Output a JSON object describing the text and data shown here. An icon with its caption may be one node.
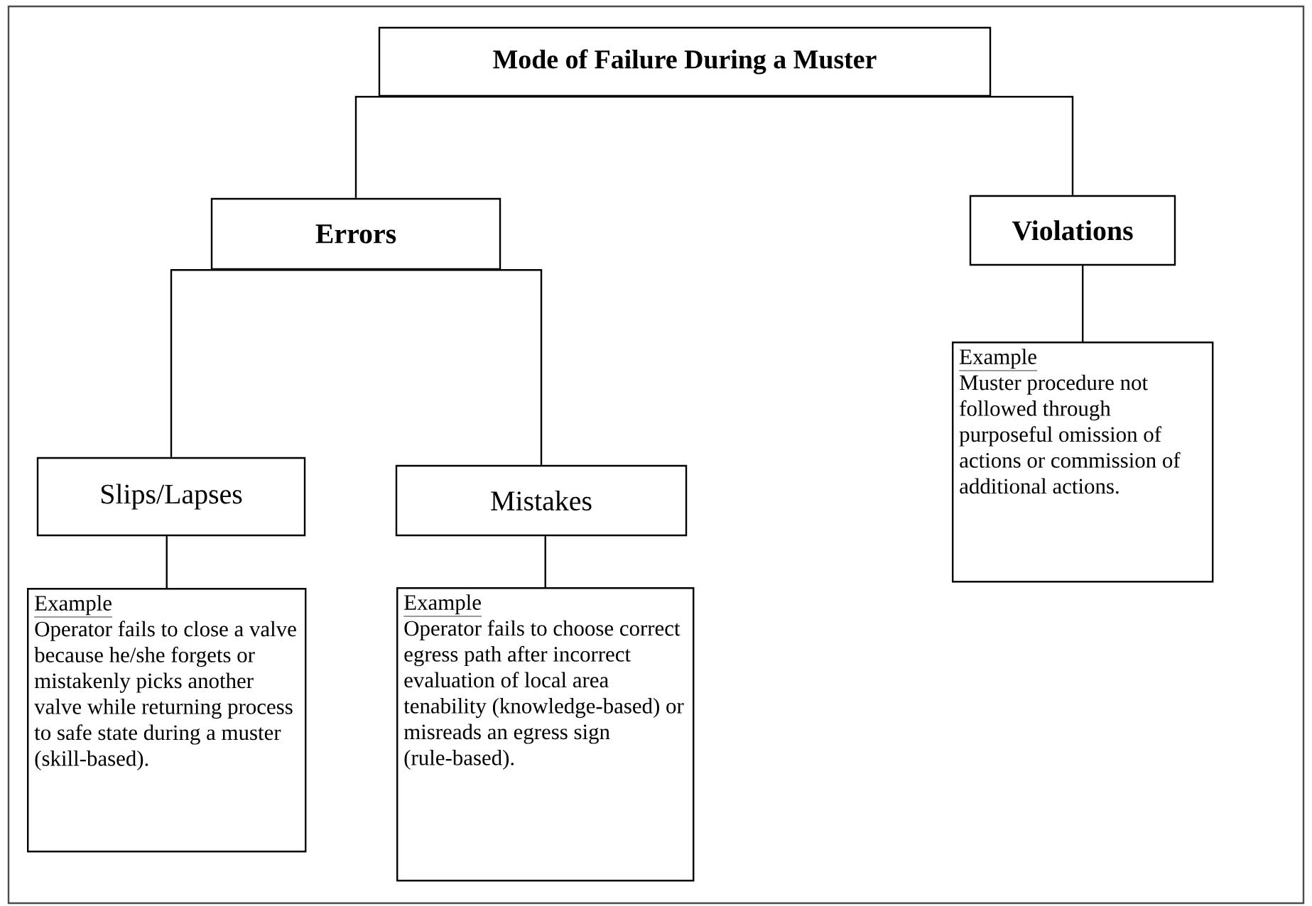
{
  "diagram": {
    "nodes": [
      {
        "text": [
          "Mode of Failure During a Muster"
        ]
      },
      {
        "text": [
          "Errors"
        ]
      },
      {
        "text": [
          "Violations"
        ]
      },
      {
        "text": [
          "Slips/Lapses"
        ]
      },
      {
        "text": [
          "Mistakes"
        ]
      },
      {
        "text": [
          "Example",
          "Operator fails to close a valve because he/she forgets or mistakenly picks another valve while returning process to safe state during a muster (skill-based)."
        ]
      },
      {
        "text": [
          "Example",
          "Operator fails to choose correct egress path after incorrect evaluation of local area tenability (knowledge-based) or misreads an egress sign (rule-based)."
        ]
      },
      {
        "text": [
          "Example",
          "Muster procedure not followed through purposeful omission of actions or commission of additional actions."
        ]
      }
    ],
    "edges": [
      {
        "from": 0,
        "to": 1,
        "arrow": "none"
      },
      {
        "from": 0,
        "to": 2,
        "arrow": "none"
      },
      {
        "from": 1,
        "to": 3,
        "arrow": "none"
      },
      {
        "from": 1,
        "to": 4,
        "arrow": "none"
      },
      {
        "from": 3,
        "to": 5,
        "arrow": "none"
      },
      {
        "from": 4,
        "to": 6,
        "arrow": "none"
      },
      {
        "from": 2,
        "to": 7,
        "arrow": "none"
      }
    ]
  }
}
